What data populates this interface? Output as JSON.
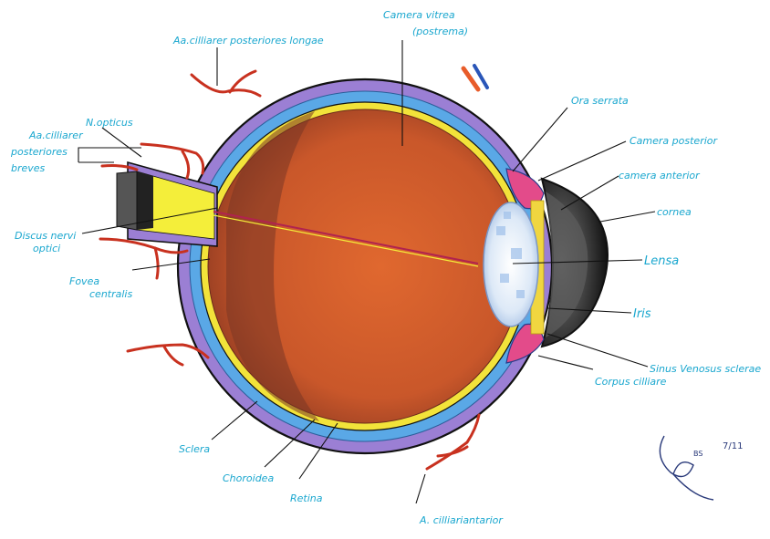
{
  "labels": {
    "aa_cilliarer_post_longae": "Aa.cilliarer posteriores longae",
    "camera_vitrea": "Camera vitrea",
    "camera_vitrea_sub": "(postrema)",
    "ora_serrata": "Ora serrata",
    "camera_posterior": "Camera posterior",
    "camera_anterior": "camera anterior",
    "cornea": "cornea",
    "lensa": "Lensa",
    "iris": "Iris",
    "sinus_venosus": "Sinus Venosus sclerae",
    "corpus_cilliare": "Corpus cilliare",
    "n_opticus": "N.opticus",
    "aa_cilliarer_1": "Aa.cilliarer",
    "aa_cilliarer_2": "posteriores",
    "aa_cilliarer_3": "breves",
    "discus_1": "Discus nervi",
    "discus_2": "optici",
    "fovea_1": "Fovea",
    "fovea_2": "centralis",
    "sclera": "Sclera",
    "choroidea": "Choroidea",
    "retina": "Retina",
    "a_cilliari_anterior": "A. cilliariantarior"
  },
  "signature": {
    "initials": "BS",
    "date": "7/11"
  },
  "colors": {
    "label": "#1aa7cf",
    "sclera": "#9b7fd4",
    "choroid": "#5aa8e6",
    "retina": "#f2e33a",
    "vitreous": "#cf5a2c",
    "vessel": "#c8311f",
    "nerve": "#f4ee3a"
  }
}
